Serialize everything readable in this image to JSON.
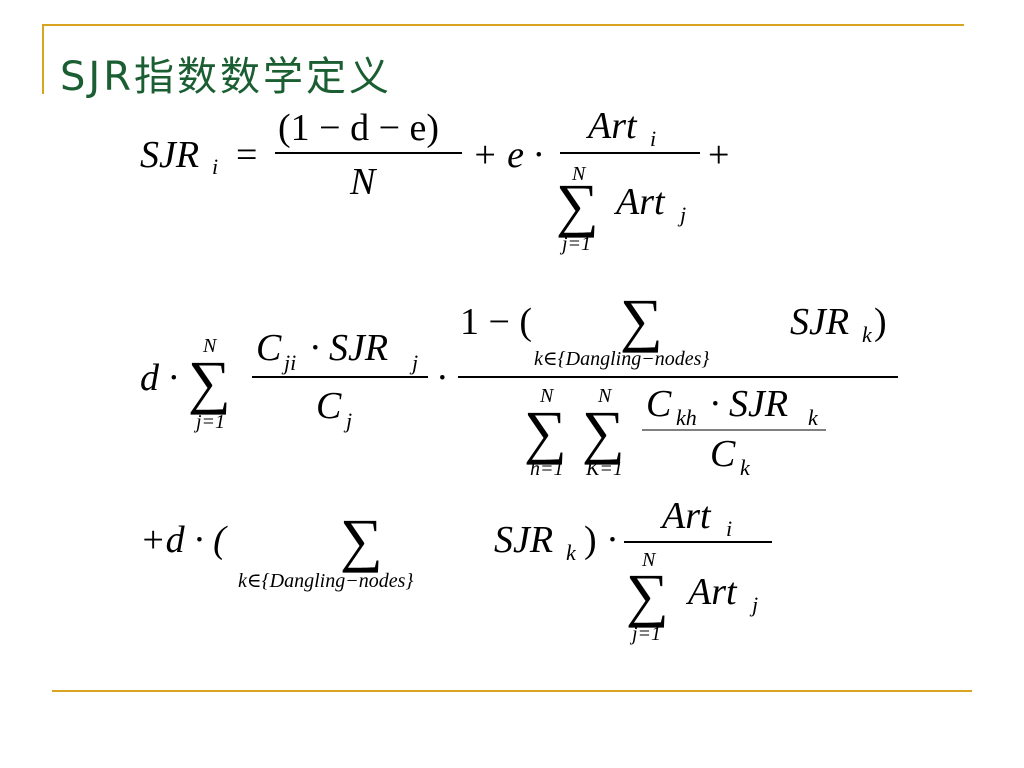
{
  "slide": {
    "title": "SJR指数数学定义",
    "accent_color": "#d9a520",
    "title_color": "#1a5e32"
  },
  "formula": {
    "lhs_sjr": "SJR",
    "lhs_sub": "i",
    "equals": "=",
    "damp_num": "(1 − d − e)",
    "damp_den": "N",
    "plus_e": "+ e ·",
    "art": "Art",
    "art_sub_i": "i",
    "art_sub_j": "j",
    "sigma": "∑",
    "upper_N": "N",
    "lower_j1": "j=1",
    "lower_h1": "h=1",
    "lower_K1": "K=1",
    "trailing_plus": "+",
    "d_dot": "d ·",
    "cji": "C",
    "cji_sub": "ji",
    "dot_sjr": "· SJR",
    "sub_j": "j",
    "cj": "C",
    "dot": "·",
    "one_minus": "1 − (",
    "sjr_k": "SJR",
    "sub_k": "k",
    "close_paren": ")",
    "dangling_set": "k∈{Dangling−nodes}",
    "ckh": "C",
    "ckh_sub": "kh",
    "ck": "C",
    "plus_d": "+d · (",
    "close_dot": ") ·"
  }
}
